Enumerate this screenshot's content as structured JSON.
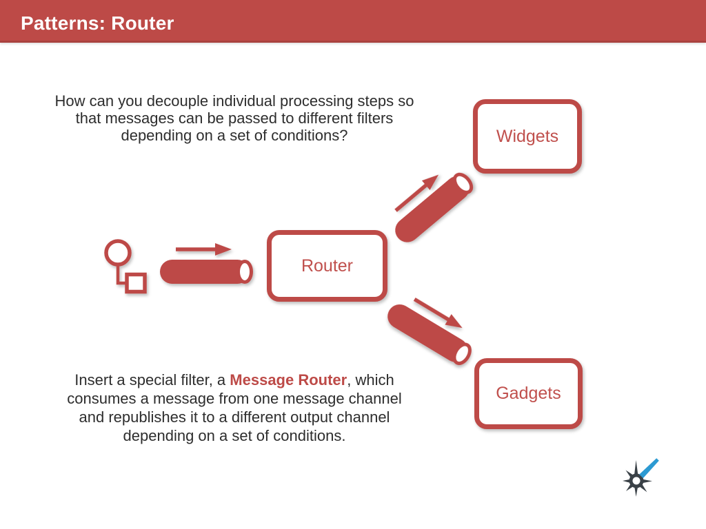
{
  "slide": {
    "title": "Patterns: Router",
    "question": {
      "lines": [
        "How can you decouple individual processing steps so",
        "that messages can be passed to different filters",
        "depending on a set of conditions?"
      ]
    },
    "answer": {
      "line1_before": "Insert a special filter, a ",
      "highlight": "Message Router",
      "line1_after": ", which",
      "line2": "consumes a message from one message channel",
      "line3": "and republishes it to a different output channel",
      "line4": "depending on a set of conditions."
    },
    "diagram": {
      "router_label": "Router",
      "widgets_label": "Widgets",
      "gadgets_label": "Gadgets",
      "icons": [
        "flow-step-icon",
        "input-channel-pipe-icon",
        "widgets-channel-pipe-icon",
        "gadgets-channel-pipe-icon",
        "spark-logo-icon"
      ]
    },
    "colors": {
      "accent_red": "#bd4a47",
      "node_label_red": "#c0504d",
      "text_dark": "#2d2d2d",
      "header_text": "#ffffff",
      "background": "#ffffff",
      "logo_dark": "#3a4147",
      "logo_blue": "#2c9ad2"
    }
  }
}
